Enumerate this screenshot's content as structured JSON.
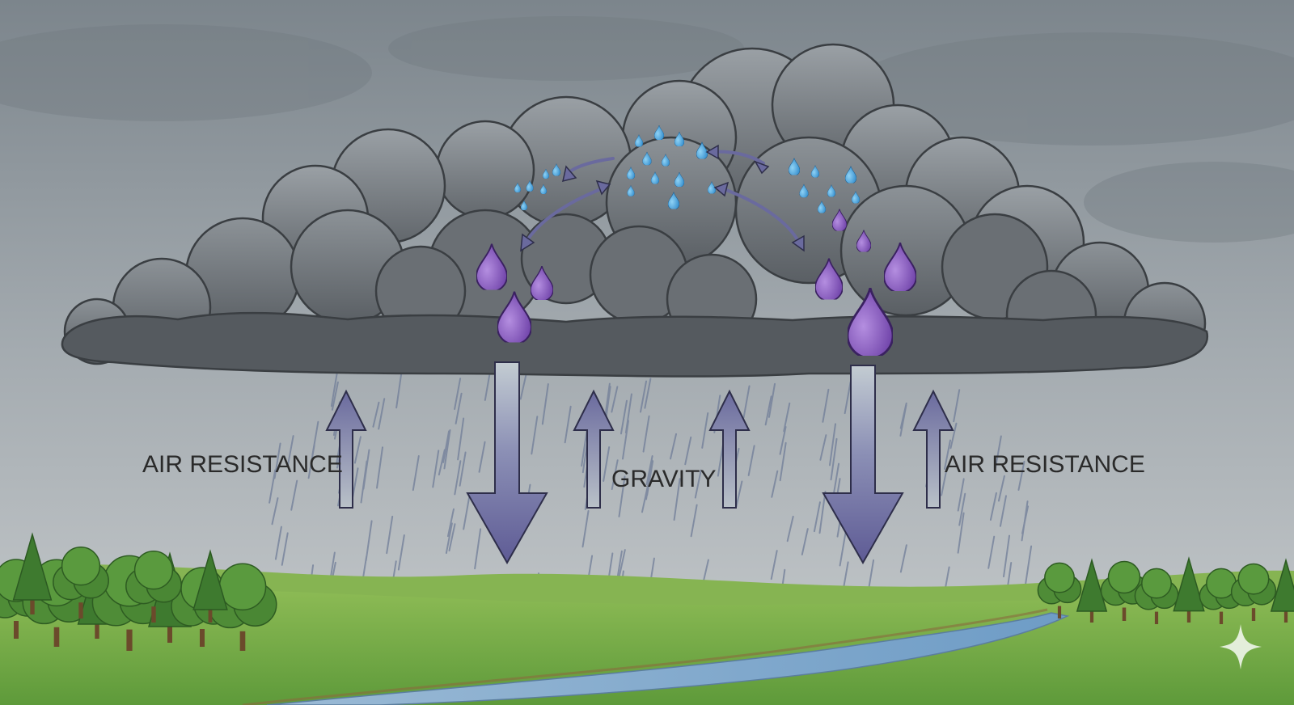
{
  "labels": {
    "air_resistance_left": "AIR RESISTANCE",
    "gravity": "GRAVITY",
    "air_resistance_right": "AIR RESISTANCE"
  },
  "icons": {
    "sparkle": "sparkle-icon"
  },
  "colors": {
    "sky_top": "#7e878e",
    "sky_bottom": "#b9bfc3",
    "cloud_dark": "#5e6368",
    "cloud_light": "#8a9095",
    "cloud_outline": "#3a3e42",
    "small_droplet": "#3a9bd8",
    "large_drop": "#8a5cc0",
    "arrow_fill": "#6a6a9e",
    "arrow_outline": "#2e2e4a",
    "rain": "#6d7a96",
    "grass": "#6fa548",
    "river": "#7fa7c9",
    "trees": "#3f7a2e"
  }
}
